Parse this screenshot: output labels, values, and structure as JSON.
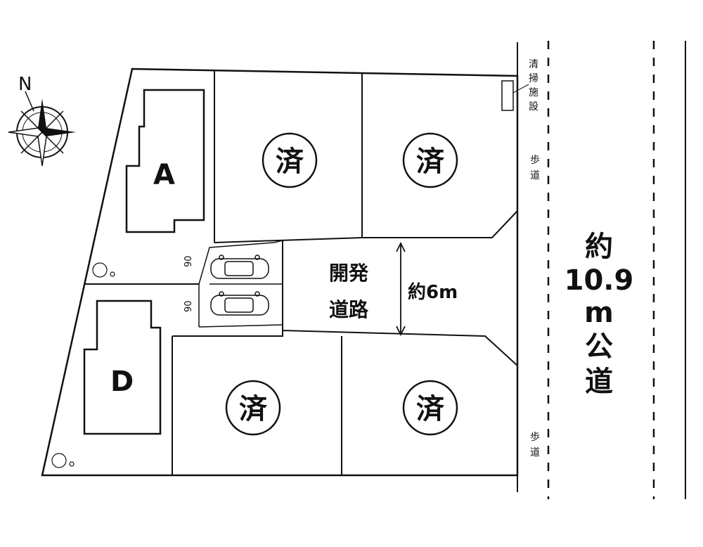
{
  "compass": {
    "north_label": "N"
  },
  "lots": {
    "A": {
      "label": "A"
    },
    "D": {
      "label": "D"
    },
    "sold_marker": "済"
  },
  "development_road": {
    "line1": "開発",
    "line2": "道路",
    "width_label": "約6m"
  },
  "public_road": {
    "lines": [
      "約",
      "10.9",
      "m",
      "公",
      "道"
    ]
  },
  "sidewalk_label": [
    "歩",
    "道"
  ],
  "facility_label": [
    "清",
    "掃",
    "施",
    "設"
  ],
  "parking_dims": [
    "90",
    "90"
  ]
}
